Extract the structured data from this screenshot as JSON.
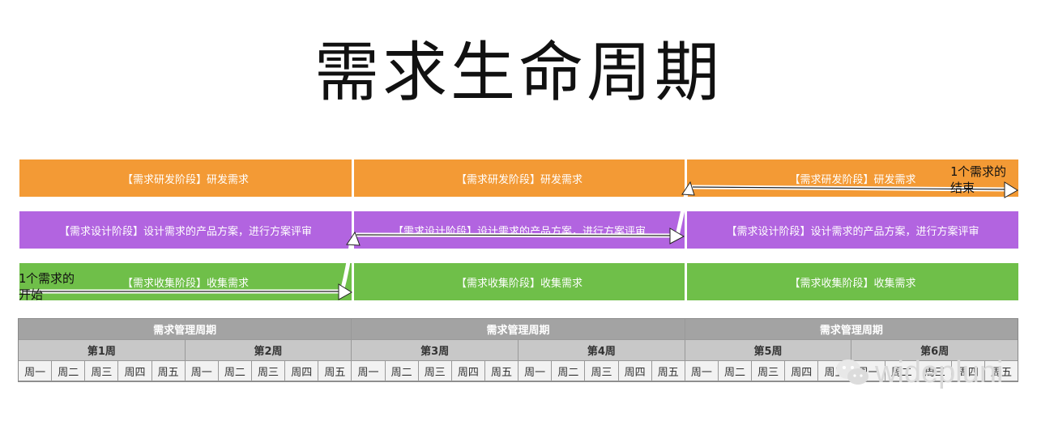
{
  "title": "需求生命周期",
  "stages": {
    "dev": "【需求研发阶段】研发需求",
    "design": "【需求设计阶段】设计需求的产品方案，进行方案评审",
    "collect": "【需求收集阶段】收集需求"
  },
  "annotations": {
    "start": "1个需求的\n开始",
    "end": "1个需求的\n结束"
  },
  "table": {
    "cycle_label": "需求管理周期",
    "weeks": [
      "第1周",
      "第2周",
      "第3周",
      "第4周",
      "第5周",
      "第6周"
    ],
    "days": [
      "周一",
      "周二",
      "周三",
      "周四",
      "周五"
    ]
  },
  "watermark": "widepluni",
  "colors": {
    "orange": "#f39a35",
    "purple": "#b264e0",
    "green": "#6fbf49"
  }
}
